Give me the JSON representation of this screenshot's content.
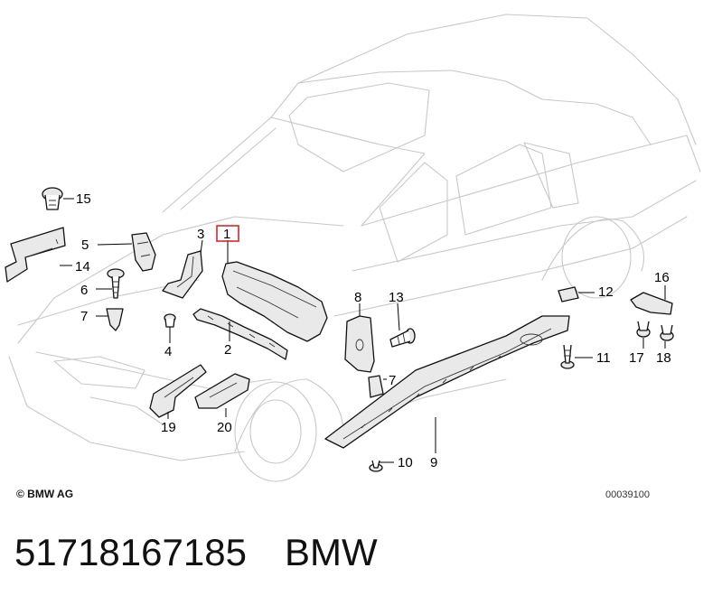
{
  "diagram": {
    "highlighted_callout": "1",
    "callouts": [
      "1",
      "2",
      "3",
      "4",
      "5",
      "6",
      "7",
      "7",
      "8",
      "9",
      "10",
      "11",
      "12",
      "13",
      "14",
      "15",
      "16",
      "17",
      "18",
      "19",
      "20"
    ],
    "copyright": "© BMW AG",
    "ref_code": "00039100"
  },
  "footer": {
    "part_number": "51718167185",
    "brand": "BMW"
  },
  "colors": {
    "highlight": "#d9272e",
    "car_outline": "#c8c8c8",
    "part_stroke": "#111111"
  }
}
